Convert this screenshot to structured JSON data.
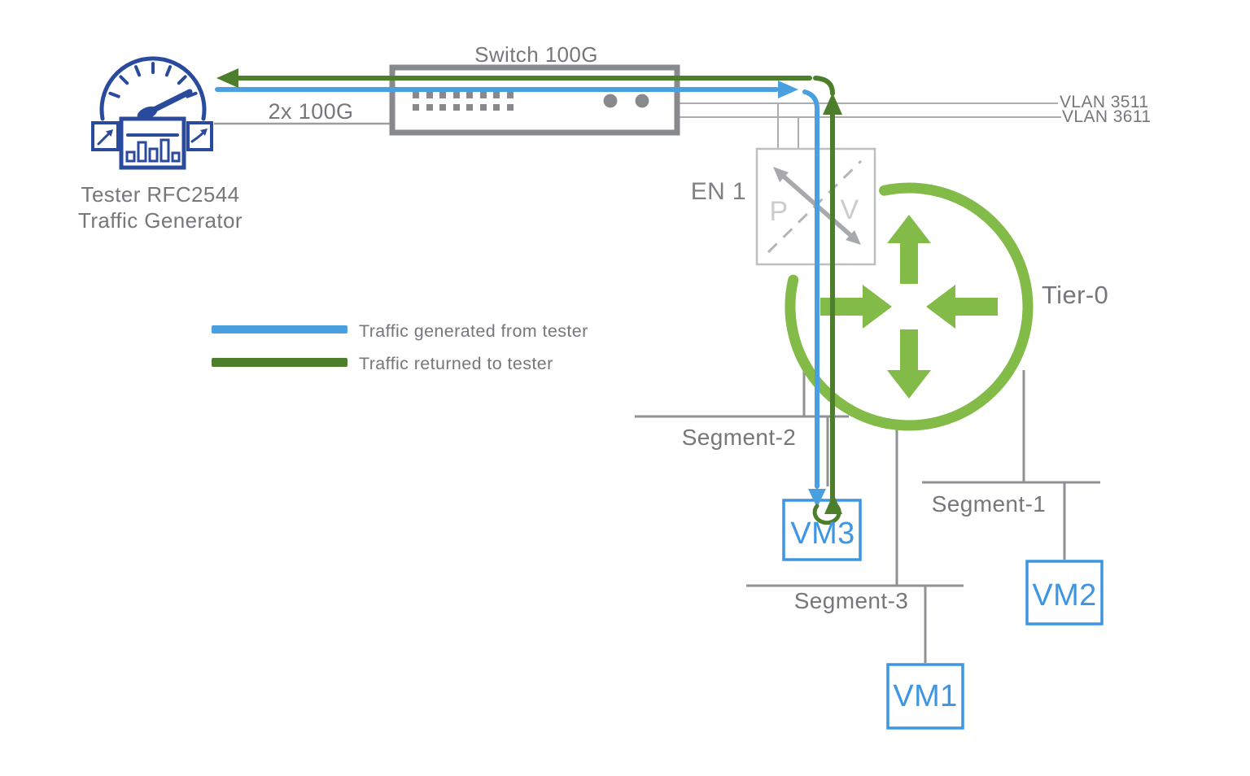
{
  "diagram": {
    "tester": {
      "line1": "Tester RFC2544",
      "line2": "Traffic Generator"
    },
    "switch": {
      "label": "Switch 100G"
    },
    "link_label": "2x 100G",
    "vlan1": "VLAN 3511",
    "vlan2": "VLAN 3611",
    "edge_node": {
      "label": "EN 1",
      "p": "P",
      "v": "V"
    },
    "tier0": {
      "label": "Tier-0"
    },
    "segment1": "Segment-1",
    "segment2": "Segment-2",
    "segment3": "Segment-3",
    "vm1": "VM1",
    "vm2": "VM2",
    "vm3": "VM3",
    "legend": {
      "generated": {
        "label": "Traffic generated from tester",
        "color": "#4A9FE0"
      },
      "returned": {
        "label": "Traffic returned to tester",
        "color": "#4C7E2C"
      }
    },
    "colors": {
      "traffic_generated": "#4A9FE0",
      "traffic_returned": "#4C7E2C",
      "tier0_green": "#82BB47",
      "vm_blue": "#3E96E2",
      "device_navy": "#2A4A9D",
      "switch_gray": "#87898C",
      "segment_gray": "#8F9194",
      "thin_gray": "#ABADAF",
      "en_border_gray": "#BDBFC1",
      "text_gray": "#76777B"
    }
  }
}
